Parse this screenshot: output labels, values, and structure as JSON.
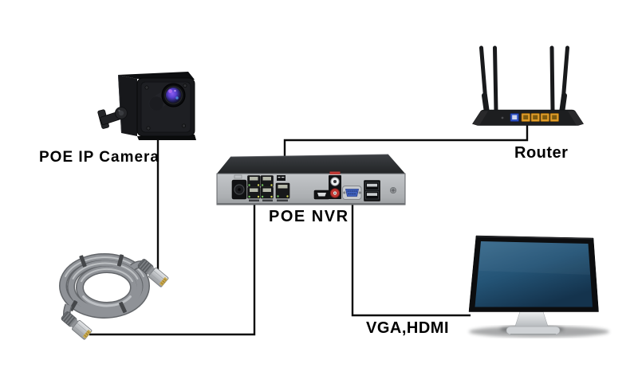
{
  "diagram_title": "POE NVR kit connection diagram",
  "background_color": "#ffffff",
  "connection_line_color": "#0a0a0a",
  "labels": {
    "camera": "POE IP Camera",
    "nvr": "POE NVR",
    "router": "Router",
    "monitor_ports": "VGA,HDMI"
  },
  "devices": [
    {
      "id": "poe-ip-camera",
      "depicts": "mini box POE IP camera with lens and mounting bracket"
    },
    {
      "id": "ethernet-cable",
      "depicts": "coiled gray ethernet patch cable with two RJ45 connectors"
    },
    {
      "id": "poe-nvr",
      "depicts": "POE NVR rear panel: power jack, 4 POE ports, uplink port, HDMI, audio RCA, VGA, 2 USB"
    },
    {
      "id": "router",
      "depicts": "wireless router rear view with 4 antennas, 1 blue WAN port, 4 yellow LAN ports"
    },
    {
      "id": "monitor",
      "depicts": "desktop monitor with stand"
    }
  ],
  "connections": [
    {
      "from": "poe-ip-camera",
      "to": "ethernet-cable-top-connector"
    },
    {
      "from": "ethernet-cable-bottom-connector",
      "to": "poe-nvr-poe-port"
    },
    {
      "from": "router-lan-port",
      "to": "poe-nvr-uplink-port"
    },
    {
      "from": "poe-nvr-vga-port",
      "to": "monitor"
    }
  ],
  "colors": {
    "router_wan_port": "#2e52c4",
    "router_lan_ports": "#e19d2a",
    "nvr_vga_port": "#3f62bd",
    "nvr_audio_rca_red": "#c23732",
    "monitor_screen_top": "#3a6b8e",
    "monitor_screen_bottom": "#14334d",
    "cable_gray": "#8f9297",
    "lens_glass": "#5a3fd0"
  }
}
